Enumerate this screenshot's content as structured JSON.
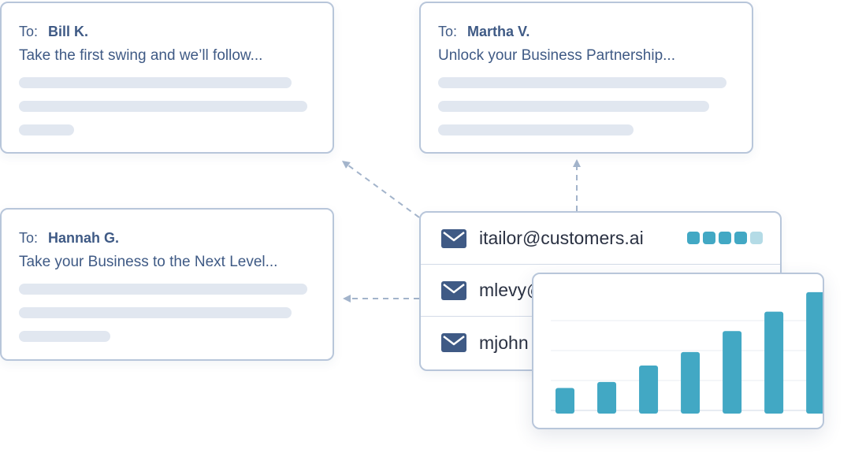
{
  "emails": [
    {
      "to_prefix": "To:",
      "to_name": "Bill K.",
      "subject": "Take the first swing and we’ll follow..."
    },
    {
      "to_prefix": "To:",
      "to_name": "Martha V.",
      "subject": "Unlock your Business Partnership..."
    },
    {
      "to_prefix": "To:",
      "to_name": "Hannah G.",
      "subject": "Take your Business to the Next Level..."
    }
  ],
  "recipients": [
    {
      "address": "itailor@customers.ai",
      "score": 4,
      "score_max": 5
    },
    {
      "address": "mlevy@"
    },
    {
      "address": "mjohn"
    }
  ],
  "icons": {
    "recipient": "mail-icon"
  },
  "colors": {
    "accent": "#42a8c4",
    "accent_light": "#b4dbe6",
    "text": "#3f5a85",
    "border": "#b8c6da",
    "skeleton": "#e1e7f0",
    "connector": "#a3b4cb"
  },
  "chart_data": {
    "type": "bar",
    "categories": [
      "",
      "",
      "",
      "",
      "",
      "",
      ""
    ],
    "values": [
      15,
      19,
      30,
      39,
      53,
      66,
      79
    ],
    "ylim": [
      0,
      80
    ],
    "grid": true,
    "title": "",
    "xlabel": "",
    "ylabel": ""
  }
}
